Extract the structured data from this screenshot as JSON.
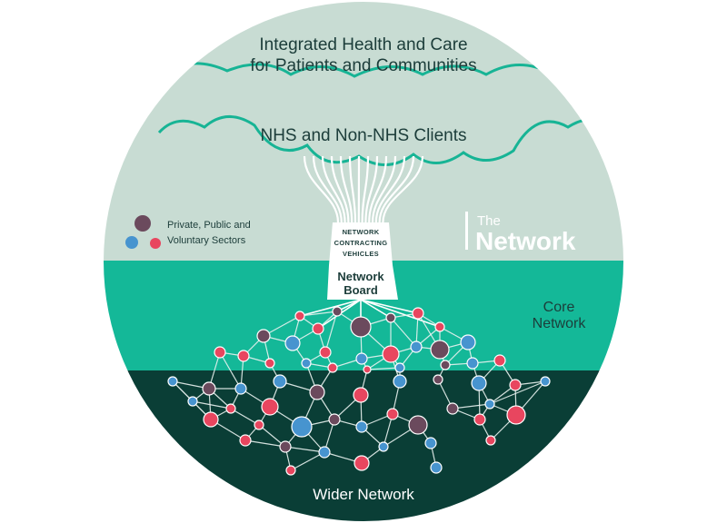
{
  "colors": {
    "sky": "#c8dcd3",
    "cloud_stroke": "#17b495",
    "core_band": "#14b898",
    "wider_band": "#0a3e36",
    "node_purple": "#6b4a5d",
    "node_red": "#e8465f",
    "node_blue": "#4794cf",
    "link_line": "#e9f2ef",
    "text_dark": "#1c3d3a"
  },
  "diagram": {
    "title_line1": "Integrated Health and Care",
    "title_line2": "for Patients and Communities",
    "clients_label": "NHS and Non-NHS Clients",
    "legend": {
      "line1": "Private, Public and",
      "line2": "Voluntary Sectors",
      "icons": [
        "purple-node-icon",
        "blue-node-icon",
        "red-node-icon"
      ]
    },
    "brand": {
      "small": "The",
      "big": "Network"
    },
    "contracting": {
      "line1": "NETWORK",
      "line2": "CONTRACTING",
      "line3": "VEHICLES"
    },
    "board": {
      "line1": "Network",
      "line2": "Board"
    },
    "core_label_line1": "Core",
    "core_label_line2": "Network",
    "wider_label": "Wider Network"
  }
}
